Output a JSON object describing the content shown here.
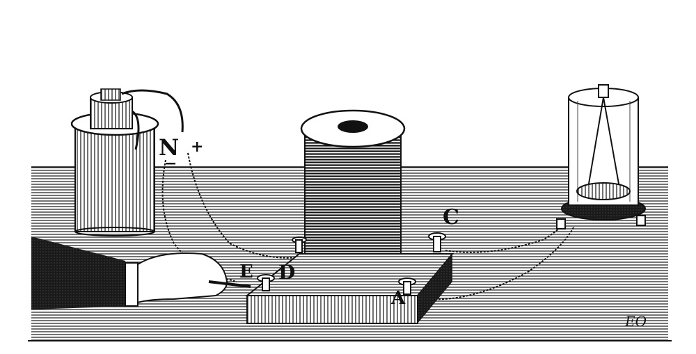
{
  "illustration": {
    "description": "Engraving of an induction coil experiment: battery cell, coil on a base, hand operating a key, and a galvanometer under a glass cover",
    "colors": {
      "ink": "#111111",
      "paper": "#ffffff",
      "hatch": "#2a2a2a"
    },
    "labels": {
      "N": "N",
      "plus": "+",
      "minus": "−",
      "E": "E",
      "D": "D",
      "C": "C",
      "A": "A",
      "signature": "EO"
    }
  }
}
